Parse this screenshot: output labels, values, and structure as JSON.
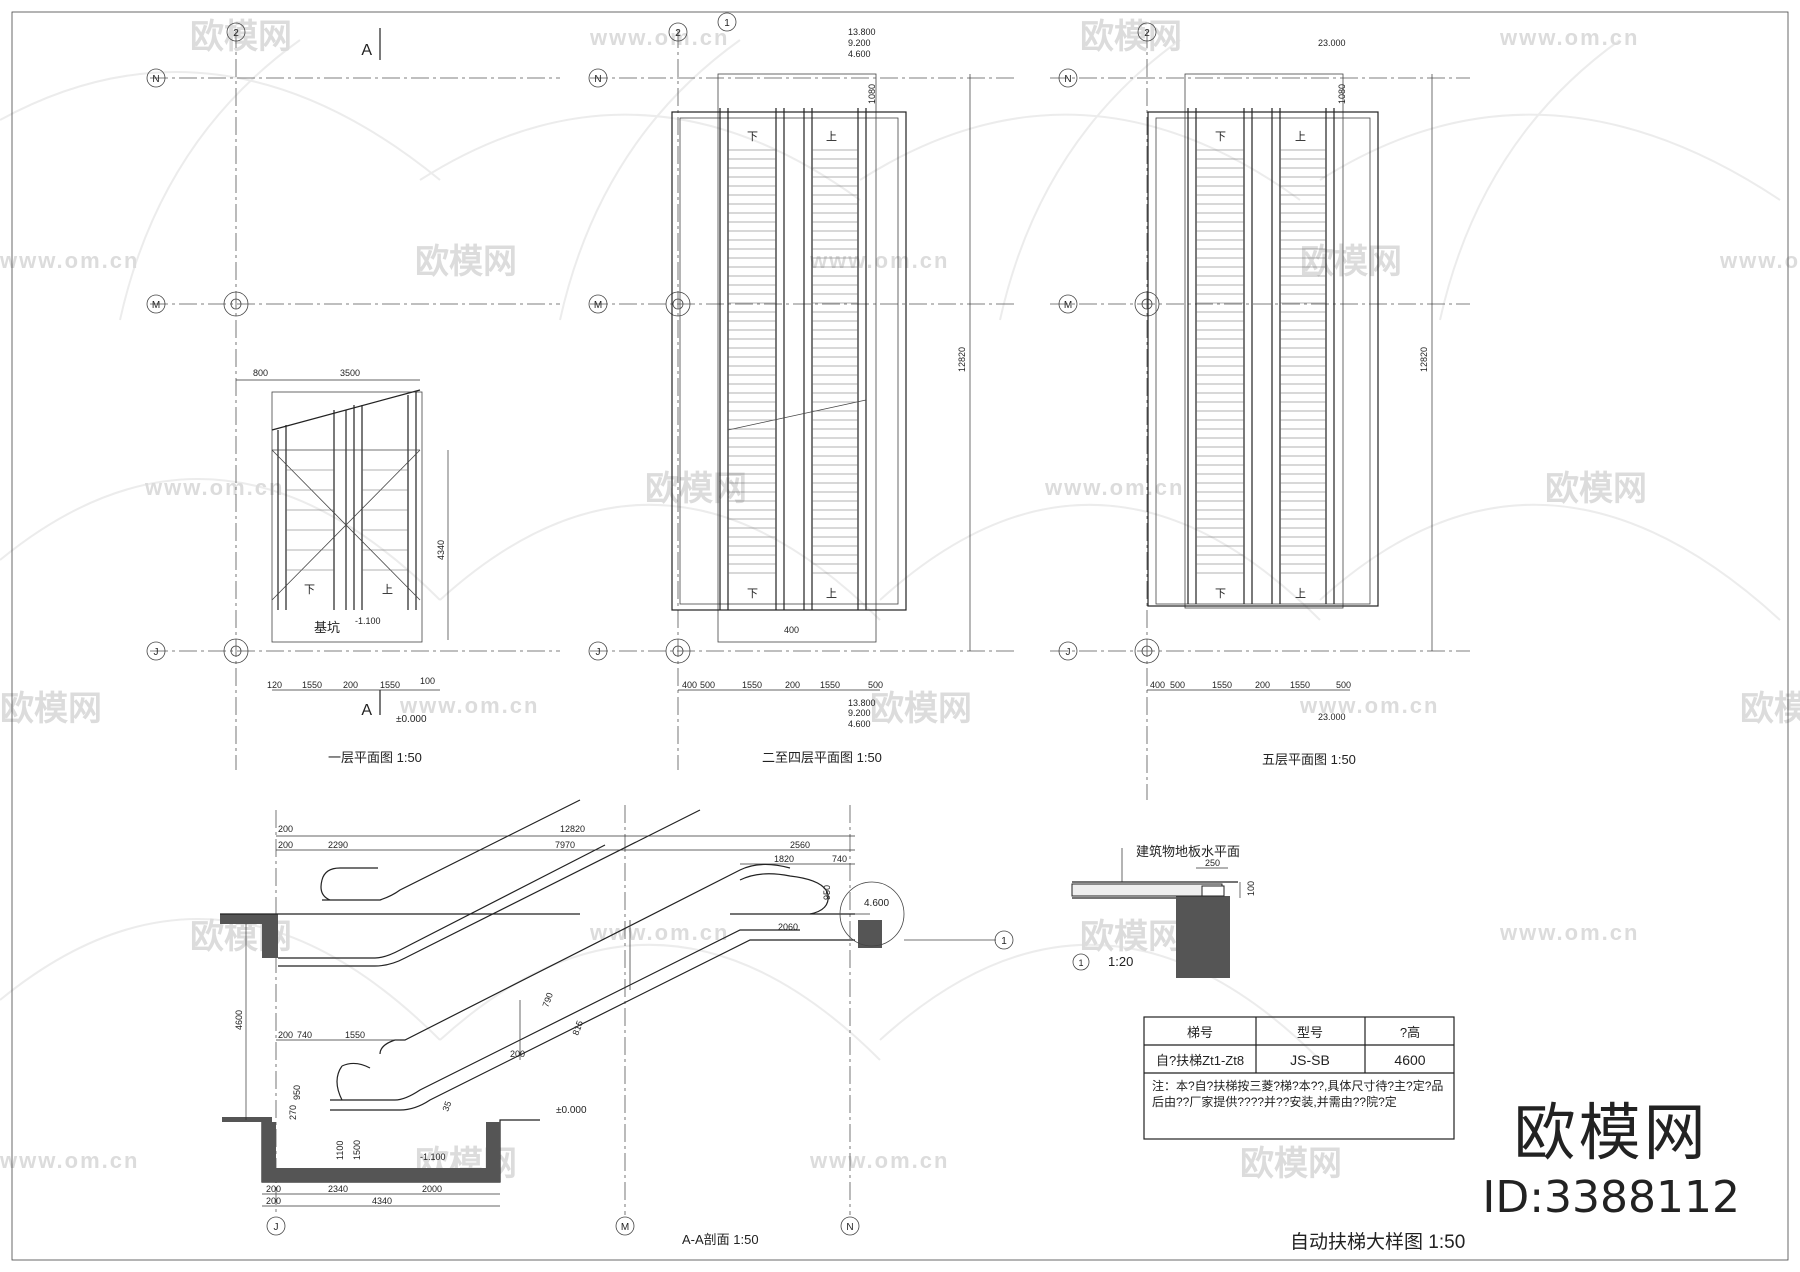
{
  "watermark": {
    "brand": "欧模网",
    "url": "www.om.cn"
  },
  "grid_axes": {
    "col_2": "2",
    "col_1": "1",
    "row_n": "N",
    "row_m": "M",
    "row_j": "J"
  },
  "section_marks": {
    "a": "A"
  },
  "elevations": {
    "e13800": "13.800",
    "e9200": "9.200",
    "e4600": "4.600",
    "e23000": "23.000",
    "e000": "±0.000",
    "pit": "-1.100",
    "e4600_detail": "4.600",
    "pit2": "-1.100"
  },
  "labels": {
    "pit": "基坑",
    "down": "下",
    "up": "上",
    "floor_level": "建筑物地板水平面"
  },
  "dims": {
    "d800": "800",
    "d3500": "3500",
    "d4340": "4340",
    "d100": "100",
    "d120": "120",
    "d1550": "1550",
    "d200": "200",
    "d400": "400",
    "d500": "500",
    "d1080": "1080",
    "d12820": "12820",
    "d2290": "2290",
    "d7970": "7970",
    "d2560": "2560",
    "d1820": "1820",
    "d740": "740",
    "d950": "950",
    "d2060": "2060",
    "d4600": "4600",
    "d2340": "2340",
    "d2000": "2000",
    "d250": "250",
    "d1100": "1100",
    "d1500": "1500",
    "d790": "790",
    "d815": "815",
    "d35": "35",
    "d270": "270"
  },
  "views": {
    "plan1": "一层平面图  1:50",
    "plan2": "二至四层平面图  1:50",
    "plan5": "五层平面图  1:50",
    "section": "A-A剖面  1:50",
    "detail": "1:20",
    "title": "自动扶梯大样图  1:50"
  },
  "detail_mark": "1",
  "table": {
    "headers": [
      "梯号",
      "型号",
      "?高"
    ],
    "row": [
      "自?扶梯Zt1-Zt8",
      "JS-SB",
      "4600"
    ],
    "note": "注：本?自?扶梯按三菱?梯?本??,具体尺寸待?主?定?品后由??厂家提供????并??安装,并需由??院?定"
  },
  "brand": {
    "name": "欧模网",
    "id": "ID:3388112"
  }
}
